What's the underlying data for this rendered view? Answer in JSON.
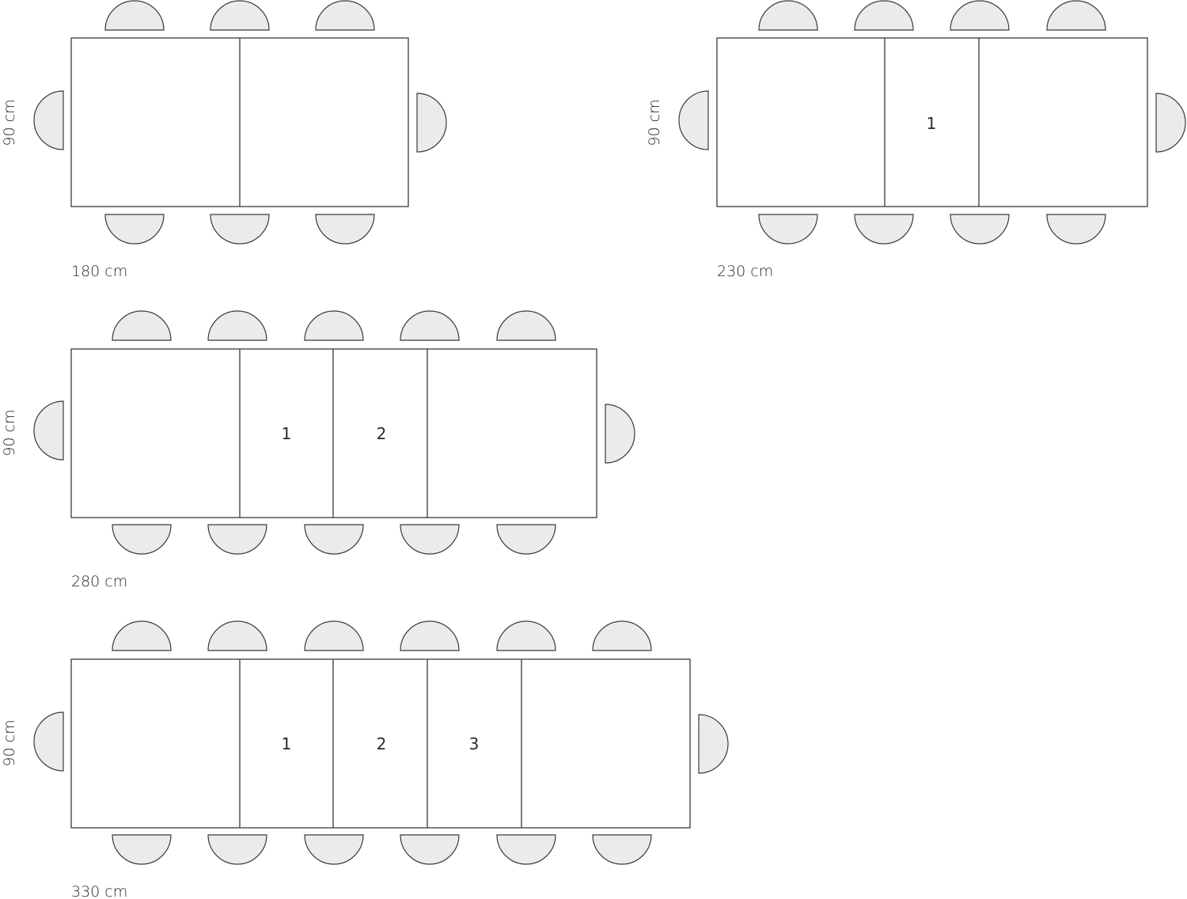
{
  "tables": [
    {
      "width_label": "180 cm",
      "depth_label": "90 cm",
      "leaves": [],
      "seats_per_long_side": 3
    },
    {
      "width_label": "230 cm",
      "depth_label": "90 cm",
      "leaves": [
        "1"
      ],
      "seats_per_long_side": 4
    },
    {
      "width_label": "280 cm",
      "depth_label": "90 cm",
      "leaves": [
        "1",
        "2"
      ],
      "seats_per_long_side": 5
    },
    {
      "width_label": "330 cm",
      "depth_label": "90 cm",
      "leaves": [
        "1",
        "2",
        "3"
      ],
      "seats_per_long_side": 6
    }
  ],
  "colors": {
    "seat_fill": "#ebebeb",
    "stroke": "#3a3a3a"
  }
}
